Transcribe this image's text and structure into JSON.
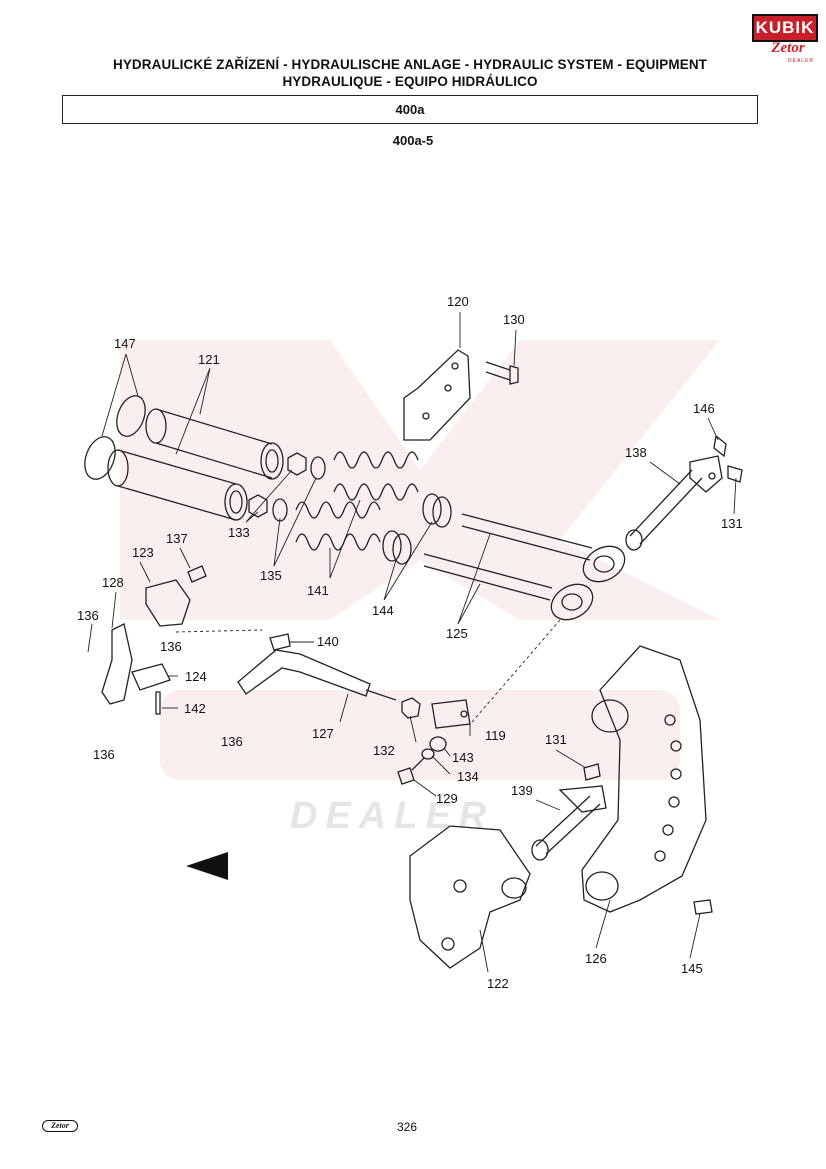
{
  "header": {
    "title_line1": "HYDRAULICKÉ ZAŘÍZENÍ - HYDRAULISCHE ANLAGE - HYDRAULIC SYSTEM - EQUIPMENT",
    "title_line2": "HYDRAULIQUE - EQUIPO HIDRÁULICO",
    "section": "400a",
    "subsection": "400a-5"
  },
  "logo": {
    "kubik": "KUBIK",
    "zetor": "Zetor",
    "dealer": "DEALER"
  },
  "watermark": {
    "text": "DEALER"
  },
  "diagram": {
    "labels": {
      "l120": "120",
      "l130": "130",
      "l147": "147",
      "l121": "121",
      "l146": "146",
      "l138": "138",
      "l131a": "131",
      "l133": "133",
      "l135": "135",
      "l141": "141",
      "l144": "144",
      "l125": "125",
      "l137": "137",
      "l123": "123",
      "l128": "128",
      "l136a": "136",
      "l136b": "136",
      "l140": "140",
      "l124": "124",
      "l142": "142",
      "l136c": "136",
      "l136d": "136",
      "l127": "127",
      "l132": "132",
      "l119": "119",
      "l143": "143",
      "l134": "134",
      "l131b": "131",
      "l129": "129",
      "l139": "139",
      "l122": "122",
      "l126": "126",
      "l145": "145"
    }
  },
  "footer": {
    "logo": "Zetor",
    "page_number": "326"
  }
}
